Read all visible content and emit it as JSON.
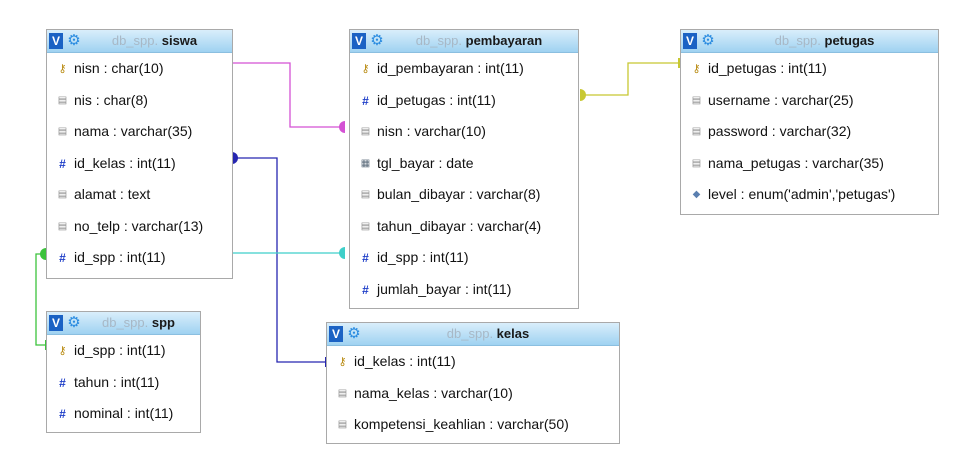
{
  "database": "db_spp",
  "tables": [
    {
      "id": "siswa",
      "title": "siswa",
      "rows": [
        {
          "type": "key",
          "text": "nisn : char(10)"
        },
        {
          "type": "text",
          "text": "nis : char(8)"
        },
        {
          "type": "text",
          "text": "nama : varchar(35)"
        },
        {
          "type": "num",
          "text": "id_kelas : int(11)"
        },
        {
          "type": "text",
          "text": "alamat : text"
        },
        {
          "type": "text",
          "text": "no_telp : varchar(13)"
        },
        {
          "type": "num",
          "text": "id_spp : int(11)"
        }
      ]
    },
    {
      "id": "pembayaran",
      "title": "pembayaran",
      "rows": [
        {
          "type": "key",
          "text": "id_pembayaran : int(11)"
        },
        {
          "type": "num",
          "text": "id_petugas : int(11)"
        },
        {
          "type": "text",
          "text": "nisn : varchar(10)"
        },
        {
          "type": "date",
          "text": "tgl_bayar : date"
        },
        {
          "type": "text",
          "text": "bulan_dibayar : varchar(8)"
        },
        {
          "type": "text",
          "text": "tahun_dibayar : varchar(4)"
        },
        {
          "type": "num",
          "text": "id_spp : int(11)"
        },
        {
          "type": "num",
          "text": "jumlah_bayar : int(11)"
        }
      ]
    },
    {
      "id": "petugas",
      "title": "petugas",
      "rows": [
        {
          "type": "key",
          "text": "id_petugas : int(11)"
        },
        {
          "type": "text",
          "text": "username : varchar(25)"
        },
        {
          "type": "text",
          "text": "password : varchar(32)"
        },
        {
          "type": "text",
          "text": "nama_petugas : varchar(35)"
        },
        {
          "type": "enum",
          "text": "level : enum('admin','petugas')"
        }
      ]
    },
    {
      "id": "spp",
      "title": "spp",
      "rows": [
        {
          "type": "key",
          "text": "id_spp : int(11)"
        },
        {
          "type": "num",
          "text": "tahun : int(11)"
        },
        {
          "type": "num",
          "text": "nominal : int(11)"
        }
      ]
    },
    {
      "id": "kelas",
      "title": "kelas",
      "rows": [
        {
          "type": "key",
          "text": "id_kelas : int(11)"
        },
        {
          "type": "text",
          "text": "nama_kelas : varchar(10)"
        },
        {
          "type": "text",
          "text": "kompetensi_keahlian : varchar(50)"
        }
      ]
    }
  ],
  "relations": [
    {
      "from": "siswa.nisn",
      "to": "pembayaran.nisn",
      "color": "#d452d4"
    },
    {
      "from": "siswa.id_kelas",
      "to": "kelas.id_kelas",
      "color": "#2626b0"
    },
    {
      "from": "siswa.id_spp",
      "to": "pembayaran.id_spp",
      "color": "#3fcfc9"
    },
    {
      "from": "spp.id_spp",
      "to": "siswa.id_spp",
      "color": "#3cc23c"
    },
    {
      "from": "pembayaran.id_petugas",
      "to": "petugas.id_petugas",
      "color": "#c8c832"
    }
  ],
  "icons": {
    "key": "key-icon",
    "num": "hash-icon",
    "text": "text-field-icon",
    "date": "calendar-icon",
    "enum": "enum-icon",
    "v": "v-toggle-icon",
    "gear": "gear-icon"
  }
}
